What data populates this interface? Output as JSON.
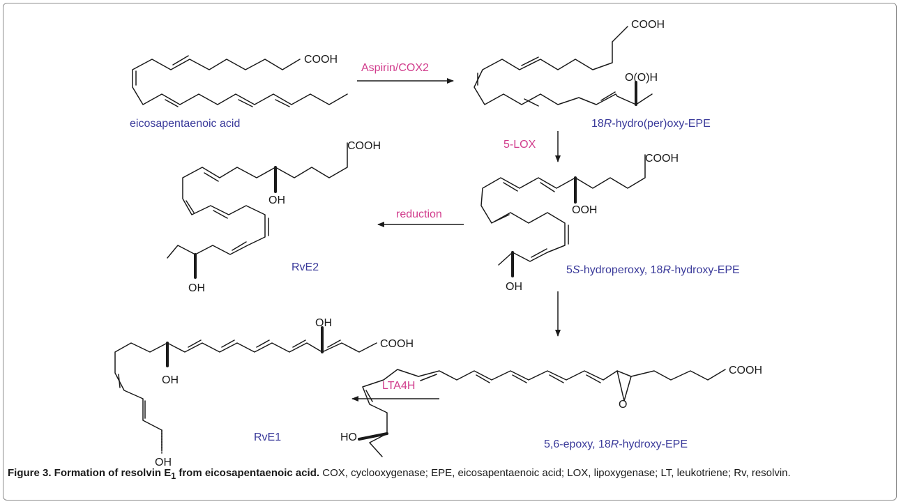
{
  "molecules": {
    "epa": {
      "name": "eicosapentaenoic acid",
      "acid": "COOH"
    },
    "hpepe": {
      "name_pre": "18",
      "name_italic": "R",
      "name_post": "-hydro(per)oxy-EPE",
      "acid": "COOH",
      "group": "O(O)H"
    },
    "hydroperoxy": {
      "name_pre": "5",
      "name_italic1": "S",
      "name_mid": "-hydroperoxy, 18",
      "name_italic2": "R",
      "name_post": "-hydroxy-EPE",
      "acid": "COOH",
      "ooh": "OOH",
      "oh": "OH"
    },
    "rve2": {
      "name": "RvE2",
      "acid": "COOH",
      "oh_top": "OH",
      "oh_bottom": "OH"
    },
    "epoxy": {
      "name_pre": "5,6-epoxy, 18",
      "name_italic": "R",
      "name_post": "-hydroxy-EPE",
      "acid": "COOH",
      "ho": "HO",
      "o": "O"
    },
    "rve1": {
      "name": "RvE1",
      "acid": "COOH",
      "oh_top": "OH",
      "oh_mid": "OH",
      "oh_bottom": "OH"
    }
  },
  "enzymes": {
    "cox": "Aspirin/COX2",
    "lox": "5-LOX",
    "reduction": "reduction",
    "lta4h": "LTA4H"
  },
  "caption": {
    "title_pre": "Figure 3. Formation of resolvin E",
    "title_sub": "1",
    "title_post": " from eicosapentaenoic acid.",
    "body": " COX, cyclooxygenase; EPE, eicosapentaenoic acid; LOX, lipoxygenase; LT, leukotriene; Rv, resolvin."
  }
}
